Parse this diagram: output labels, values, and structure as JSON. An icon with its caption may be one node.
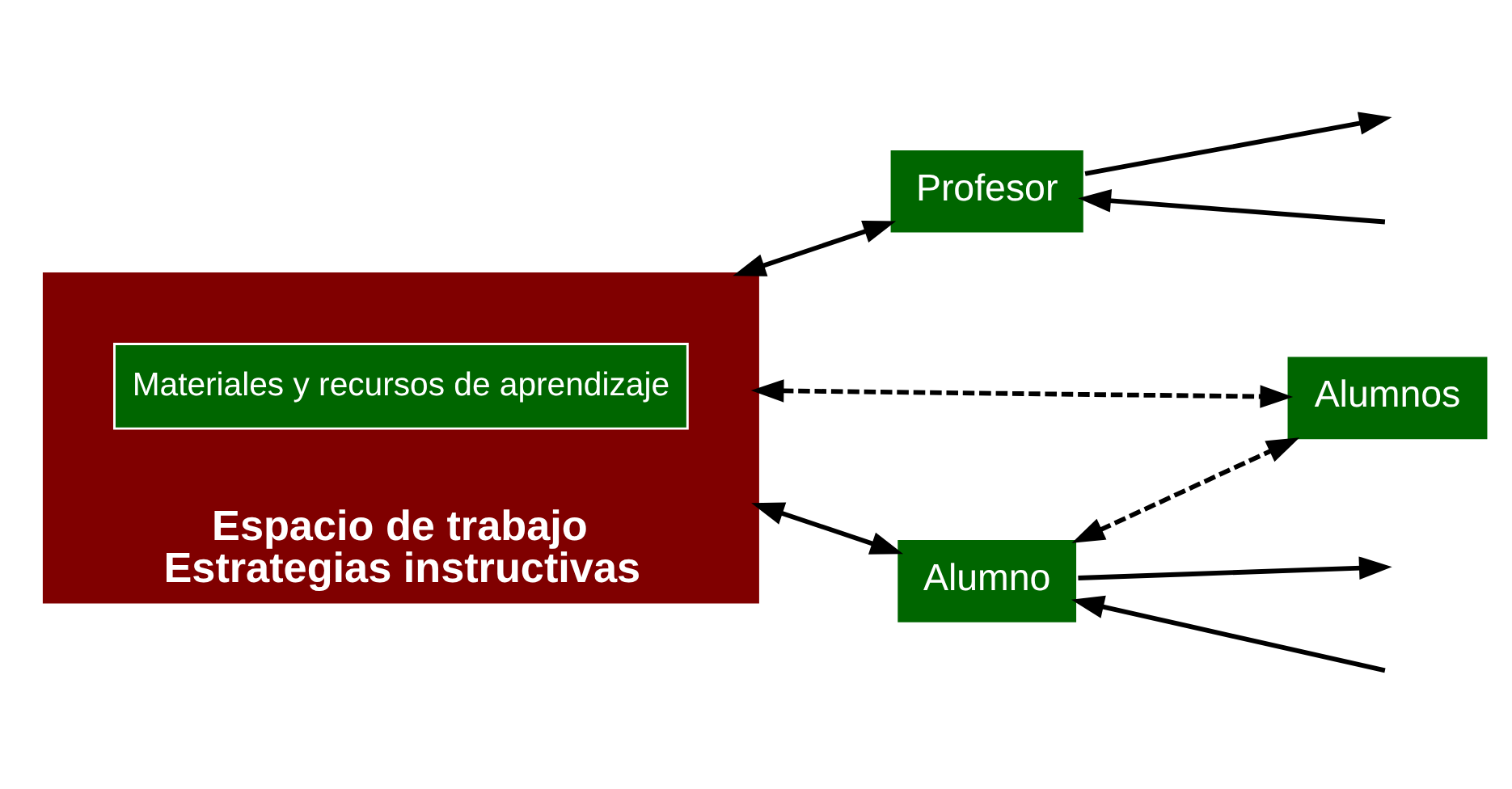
{
  "diagram": {
    "nodes": [
      {
        "text": [
          "Espacio de trabajo",
          "Estrategias instructivas"
        ]
      },
      {
        "text": [
          "Materiales y recursos de aprendizaje"
        ],
        "in": 0
      },
      {
        "text": [
          "Profesor"
        ]
      },
      {
        "text": [
          "Alumnos"
        ]
      },
      {
        "text": [
          "Alumno"
        ]
      }
    ],
    "edges": [
      {
        "from": 0,
        "to": 2,
        "arrow": "both"
      },
      {
        "from": 2,
        "to": null,
        "arrow": "to"
      },
      {
        "from": null,
        "to": 2,
        "arrow": "to"
      },
      {
        "from": 0,
        "to": 3,
        "arrow": "both",
        "style": "dashed"
      },
      {
        "from": null,
        "to": 4,
        "arrow": "to"
      },
      {
        "from": 4,
        "to": null,
        "arrow": "to"
      },
      {
        "from": 0,
        "to": 4,
        "arrow": "both"
      },
      {
        "from": 4,
        "to": 3,
        "arrow": "both",
        "style": "dashed"
      }
    ]
  }
}
